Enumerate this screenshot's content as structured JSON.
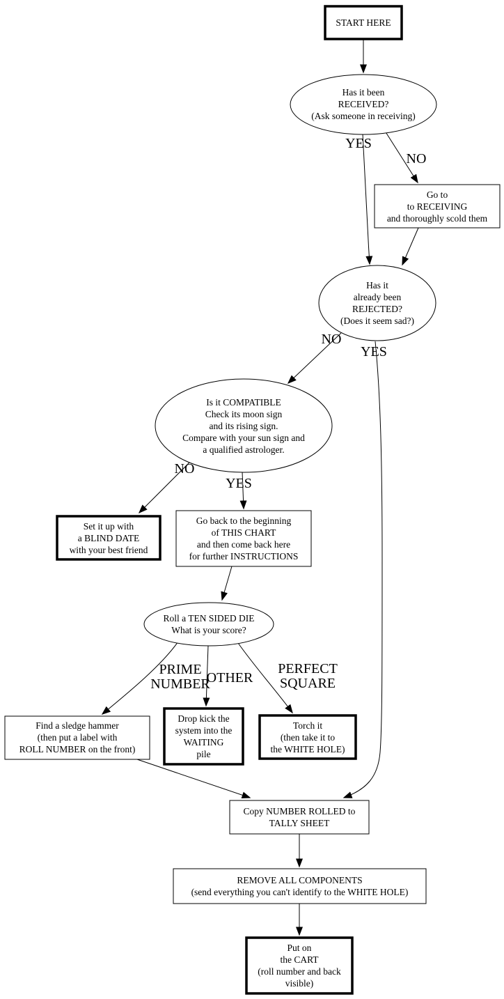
{
  "diagram": {
    "title": "START HERE flowchart",
    "colors": {
      "background": "#ffffff",
      "stroke": "#000000",
      "text": "#000000"
    },
    "nodes": {
      "start_here": {
        "shape": "rect-bold",
        "lines": [
          "START HERE"
        ]
      },
      "received": {
        "shape": "ellipse",
        "lines": [
          "Has it been",
          "RECEIVED?",
          "(Ask someone in receiving)"
        ]
      },
      "go_to_receiving": {
        "shape": "rect",
        "lines": [
          "Go to",
          "to RECEIVING",
          "and thoroughly scold them"
        ]
      },
      "rejected": {
        "shape": "ellipse",
        "lines": [
          "Has it",
          "already been",
          "REJECTED?",
          "(Does it seem sad?)"
        ]
      },
      "compatible": {
        "shape": "ellipse",
        "lines": [
          "Is it COMPATIBLE",
          "Check its moon sign",
          "and its rising sign.",
          "Compare with your sun sign and",
          "a qualified astrologer."
        ]
      },
      "blind_date": {
        "shape": "rect-bold",
        "lines": [
          "Set it up with",
          "a BLIND DATE",
          "with your best friend"
        ]
      },
      "go_back": {
        "shape": "rect",
        "lines": [
          "Go back to the beginning",
          "of THIS CHART",
          "and then come back here",
          "for further INSTRUCTIONS"
        ]
      },
      "roll_die": {
        "shape": "ellipse",
        "lines": [
          "Roll a TEN SIDED DIE",
          "What is your score?"
        ]
      },
      "sledge_hammer": {
        "shape": "rect",
        "lines": [
          "Find a sledge hammer",
          "(then put a label with",
          "ROLL NUMBER on the front)"
        ]
      },
      "drop_kick": {
        "shape": "rect-bold",
        "lines": [
          "Drop kick the",
          "system into the",
          "WAITING",
          "pile"
        ]
      },
      "torch_it": {
        "shape": "rect-bold",
        "lines": [
          "Torch it",
          "(then take it to",
          "the WHITE HOLE)"
        ]
      },
      "copy_number": {
        "shape": "rect",
        "lines": [
          "Copy NUMBER ROLLED to",
          "TALLY SHEET"
        ]
      },
      "remove_components": {
        "shape": "rect",
        "lines": [
          "REMOVE ALL COMPONENTS",
          "(send everything you can't identify to the WHITE HOLE)"
        ]
      },
      "put_on_cart": {
        "shape": "rect-bold",
        "lines": [
          "Put on",
          "the CART",
          "(roll number and back",
          "visible)"
        ]
      }
    },
    "edge_labels": {
      "received_yes": "YES",
      "received_no": "NO",
      "rejected_no": "NO",
      "rejected_yes": "YES",
      "compatible_no": "NO",
      "compatible_yes": "YES",
      "prime_number": [
        "PRIME",
        "NUMBER"
      ],
      "other": "OTHER",
      "perfect_square": [
        "PERFECT",
        "SQUARE"
      ]
    }
  }
}
